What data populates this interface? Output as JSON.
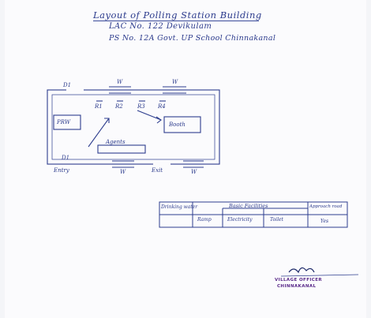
{
  "title": {
    "line1": "Layout of Polling Station Building",
    "line2": "LAC No. 122 Devikulam",
    "line3": "PS No. 12A Govt. UP School Chinnakanal"
  },
  "plan": {
    "rooms": [
      "R1",
      "R2",
      "R3",
      "R4"
    ],
    "windows": [
      "W",
      "W",
      "W",
      "W"
    ],
    "doors": [
      "D1",
      "D1"
    ],
    "prw_label": "PRW",
    "exit_label": "Exit",
    "entry_label": "Entry",
    "agents_label": "Agents",
    "booth_label": "Booth"
  },
  "facilities_table": {
    "headers": [
      "Drinking water",
      "Basic Facilities",
      "Approach road"
    ],
    "subheaders": [
      "Ramp",
      "Electricity",
      "Toilet"
    ],
    "answer": "Yes"
  },
  "stamp": {
    "line1": "VILLAGE OFFICER",
    "line2": "CHINNAKANAL"
  }
}
